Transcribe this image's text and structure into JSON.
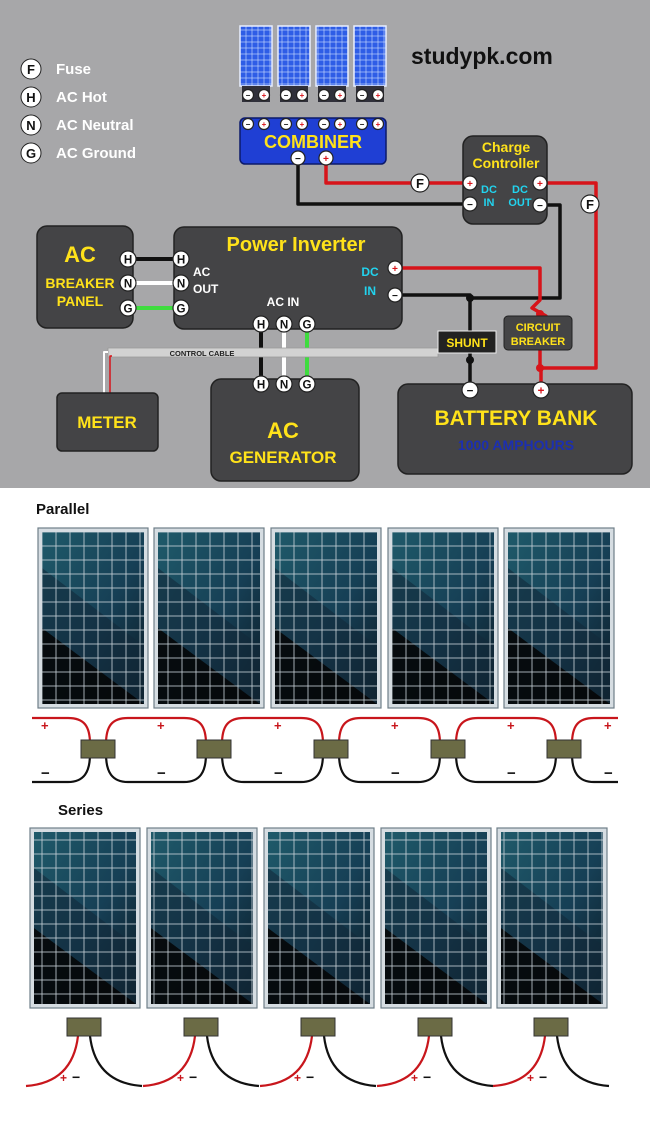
{
  "top": {
    "site": "studypk.com",
    "legend": [
      {
        "letter": "F",
        "label": "Fuse"
      },
      {
        "letter": "H",
        "label": "AC Hot"
      },
      {
        "letter": "N",
        "label": "AC Neutral"
      },
      {
        "letter": "G",
        "label": "AC Ground"
      }
    ],
    "combiner": "COMBINER",
    "charge_controller": [
      "Charge",
      "Controller"
    ],
    "cc_dc_in": [
      "DC",
      "IN"
    ],
    "cc_dc_out": [
      "DC",
      "OUT"
    ],
    "ac_panel": [
      "AC",
      "BREAKER",
      "PANEL"
    ],
    "inverter": "Power Inverter",
    "inv_ac_out": [
      "AC",
      "OUT"
    ],
    "inv_ac_in": "AC IN",
    "inv_dc_in": [
      "DC",
      "IN"
    ],
    "shunt": "SHUNT",
    "circuit_breaker": [
      "CIRCUIT",
      "BREAKER"
    ],
    "control_cable": "CONTROL CABLE",
    "meter": "METER",
    "generator": [
      "AC",
      "GENERATOR"
    ],
    "battery": [
      "BATTERY BANK",
      "1000 AMPHOURS"
    ],
    "h": "H",
    "n": "N",
    "g": "G",
    "f": "F",
    "plus": "+",
    "minus": "−"
  },
  "parallel": {
    "title": "Parallel",
    "plus": "+",
    "minus": "−"
  },
  "series": {
    "title": "Series",
    "plus": "+",
    "minus": "−"
  },
  "colors": {
    "bg": "#a7a7a9",
    "box": "#444446",
    "yellow": "#ffe21a",
    "cyan": "#22d3ee",
    "red": "#d7141a",
    "green": "#3fdc3f",
    "combiner": "#1f3fd4",
    "panel_dark": "#0f1e2a"
  }
}
